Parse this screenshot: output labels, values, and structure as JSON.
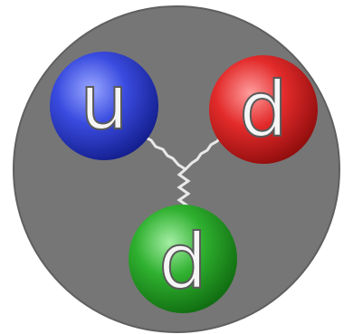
{
  "diagram": {
    "colors": {
      "background": "#ffffff",
      "body": "#767676",
      "body_edge": "#5f5f5f",
      "gluon": "#e9e9e9",
      "letter_fill": "#f5f5f5",
      "letter_stroke": "#5a5a5a"
    },
    "quarks": [
      {
        "label": "u",
        "color_name": "blue",
        "color": "#2f3fd0"
      },
      {
        "label": "d",
        "color_name": "red",
        "color": "#e12a2a"
      },
      {
        "label": "d",
        "color_name": "green",
        "color": "#2faa2f"
      }
    ]
  }
}
